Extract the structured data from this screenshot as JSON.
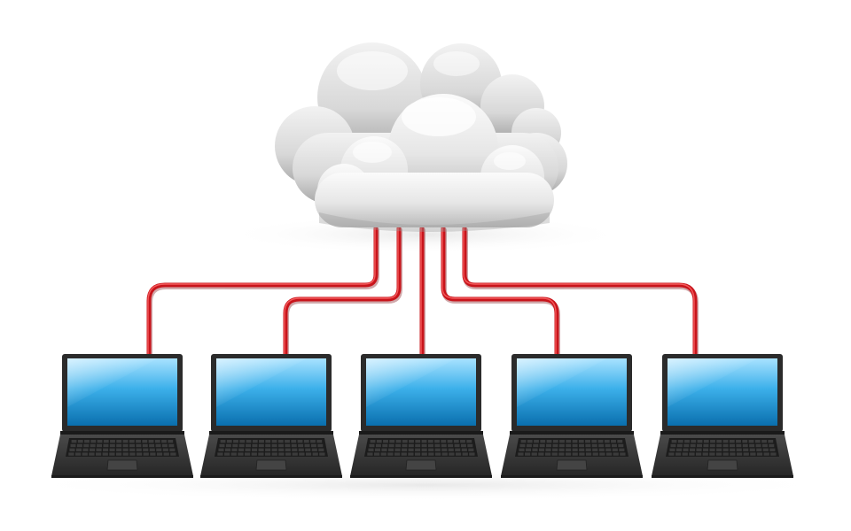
{
  "scene": {
    "subject": "cloud-network",
    "background_color": "#ffffff",
    "cloud": {
      "icon": "cloud-icon",
      "color_light": "#f7f7f7",
      "color_mid": "#d9d9d9",
      "color_shadow": "#a9a9a9"
    },
    "cables": {
      "color": "#c8141b",
      "highlight": "#ff5a5a",
      "count": 5
    },
    "laptops": [
      {
        "name": "laptop-1",
        "icon": "laptop-icon"
      },
      {
        "name": "laptop-2",
        "icon": "laptop-icon"
      },
      {
        "name": "laptop-3",
        "icon": "laptop-icon"
      },
      {
        "name": "laptop-4",
        "icon": "laptop-icon"
      },
      {
        "name": "laptop-5",
        "icon": "laptop-icon"
      }
    ],
    "laptop_style": {
      "screen_top": "#cfefff",
      "screen_mid": "#3fb2e8",
      "screen_bottom": "#0a78b8",
      "bezel": "#2b2b2b",
      "body": "#3a3a3a",
      "keys": "#1c1c1c"
    }
  }
}
